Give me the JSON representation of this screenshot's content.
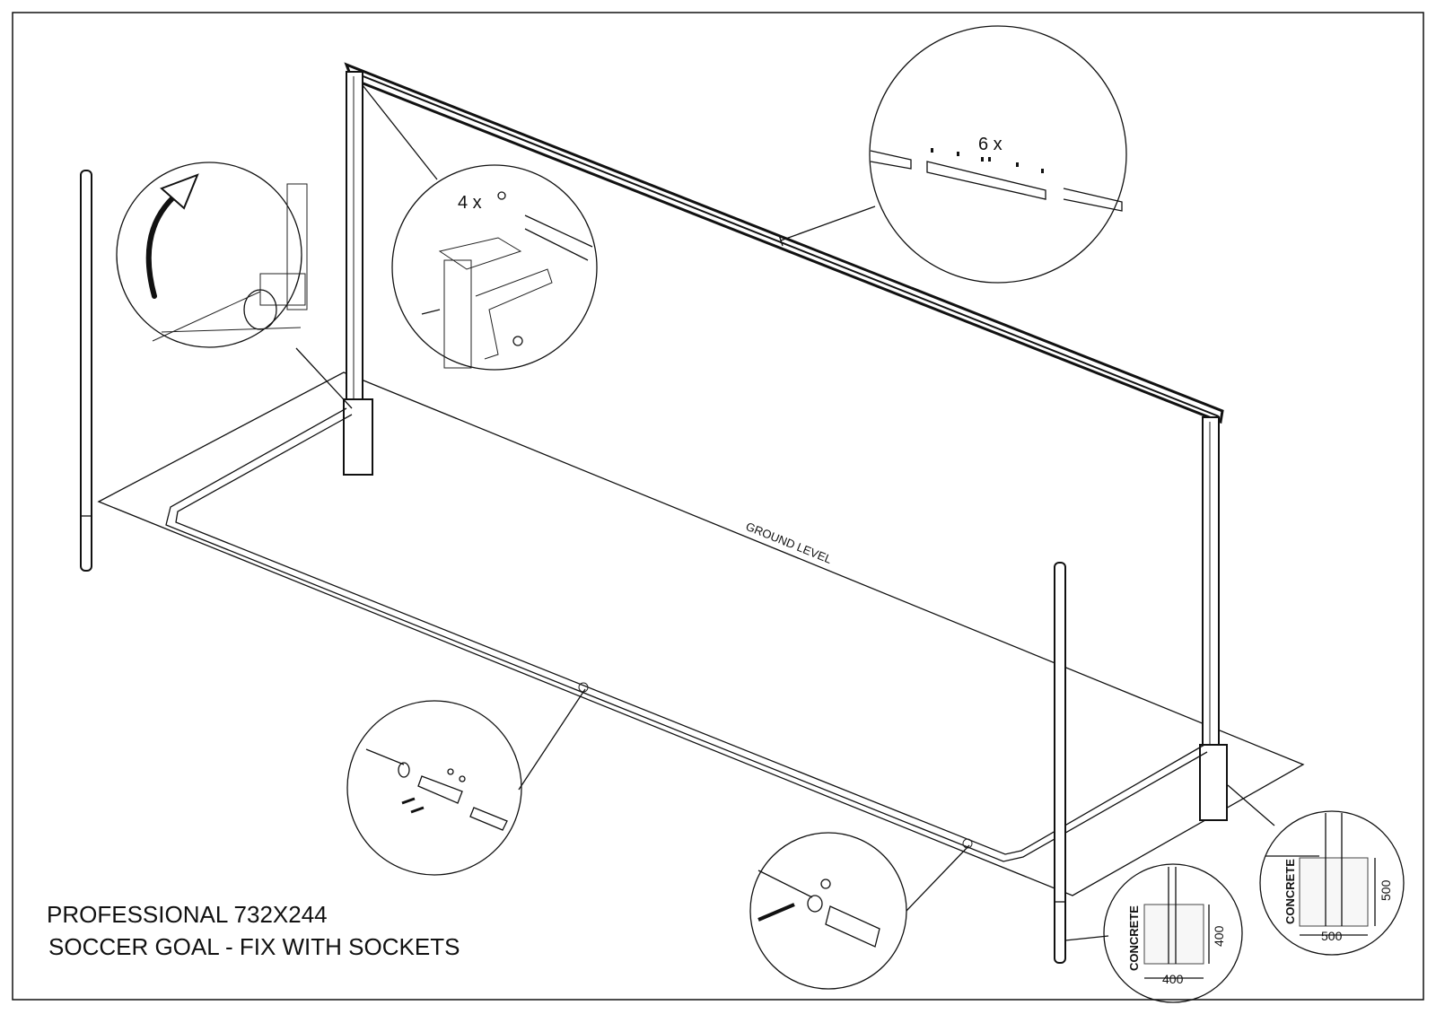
{
  "title": {
    "line1": "PROFESSIONAL 732X244",
    "line2": "SOCCER GOAL - FIX WITH SOCKETS"
  },
  "ground_label": "GROUND LEVEL",
  "details": {
    "bracket_qty": "4 x",
    "crossbar_qty": "6 x",
    "socket_small": {
      "material": "CONCRETE",
      "width": "400",
      "depth": "400"
    },
    "socket_large": {
      "material": "CONCRETE",
      "width": "500",
      "depth": "500"
    }
  }
}
